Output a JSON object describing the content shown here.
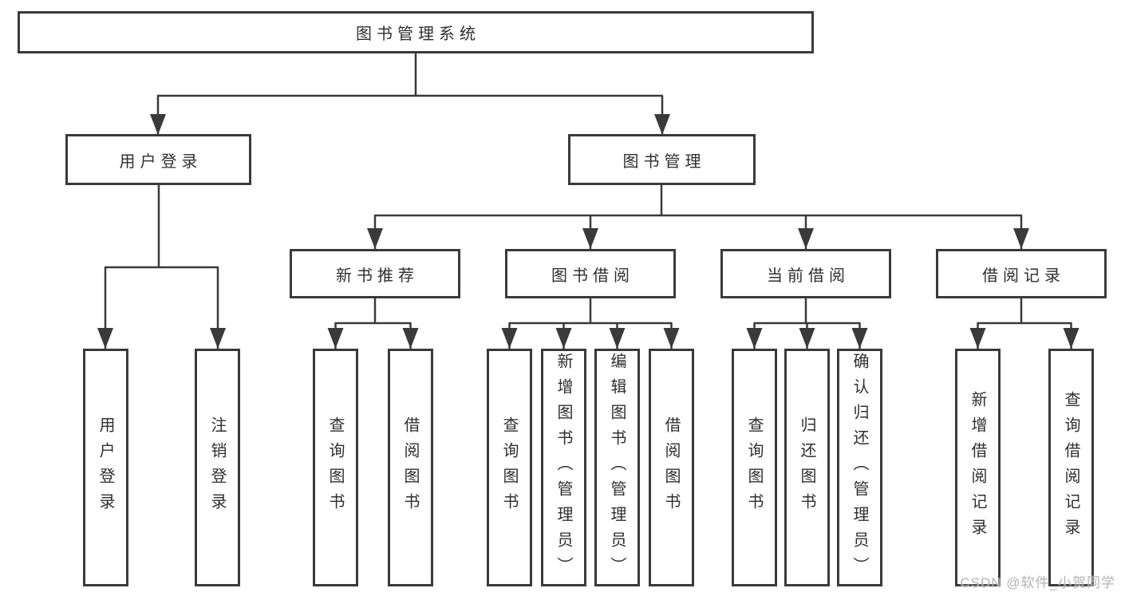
{
  "root": {
    "label": "图书管理系统"
  },
  "branches": [
    {
      "label": "用户登录",
      "leaves": [
        "用户登录",
        "注销登录"
      ]
    },
    {
      "label": "图书管理",
      "groups": [
        {
          "label": "新书推荐",
          "leaves": [
            "查询图书",
            "借阅图书"
          ]
        },
        {
          "label": "图书借阅",
          "leaves": [
            "查询图书",
            "新增图书（管理员）",
            "编辑图书（管理员）",
            "借阅图书"
          ]
        },
        {
          "label": "当前借阅",
          "leaves": [
            "查询图书",
            "归还图书",
            "确认归还（管理员）"
          ]
        },
        {
          "label": "借阅记录",
          "leaves": [
            "新增借阅记录",
            "查询借阅记录"
          ]
        }
      ]
    }
  ],
  "watermark": "CSDN @软件_小贺同学",
  "colors": {
    "line": "#3a3a3a",
    "box_border": "#3a3a3a",
    "text": "#2f2f2f",
    "background": "#ffffff",
    "watermark": "#adadad"
  }
}
